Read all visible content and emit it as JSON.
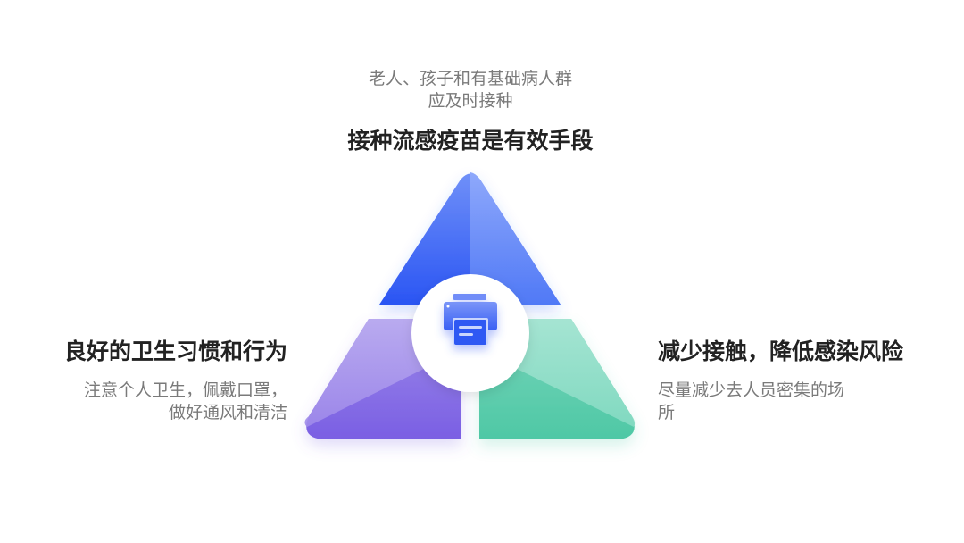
{
  "diagram": {
    "type": "triangle-three-segment",
    "center_icon": "printer-icon",
    "colors": {
      "top_segment": "#3b63f5",
      "top_segment_light": "#8aa6fb",
      "left_segment": "#7c63e3",
      "left_segment_light": "#b8aaee",
      "right_segment": "#4fc9a6",
      "right_segment_light": "#a5e4d2",
      "icon": "#4a6cf7",
      "title_text": "#222222",
      "sub_text": "#7a7a7a"
    }
  },
  "top": {
    "subtitle_line1": "老人、孩子和有基础病人群",
    "subtitle_line2": "应及时接种",
    "title": "接种流感疫苗是有效手段"
  },
  "left": {
    "title": "良好的卫生习惯和行为",
    "subtitle_line1": "注意个人卫生，佩戴口罩，",
    "subtitle_line2": "做好通风和清洁"
  },
  "right": {
    "title": "减少接触，降低感染风险",
    "subtitle_line1": "尽量减少去人员密集的场",
    "subtitle_line2": "所"
  }
}
